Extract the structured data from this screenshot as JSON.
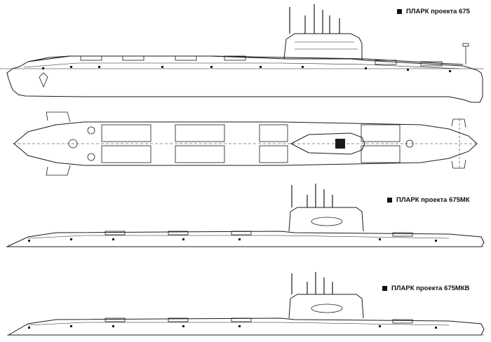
{
  "captions": {
    "project_675": "ПЛАРК проекта 675",
    "project_675mk": "ПЛАРК проекта 675МК",
    "project_675mkv": "ПЛАРК проекта 675МКВ"
  },
  "legend_marker_icon": "filled-square",
  "line_color": "#1a1a1a"
}
